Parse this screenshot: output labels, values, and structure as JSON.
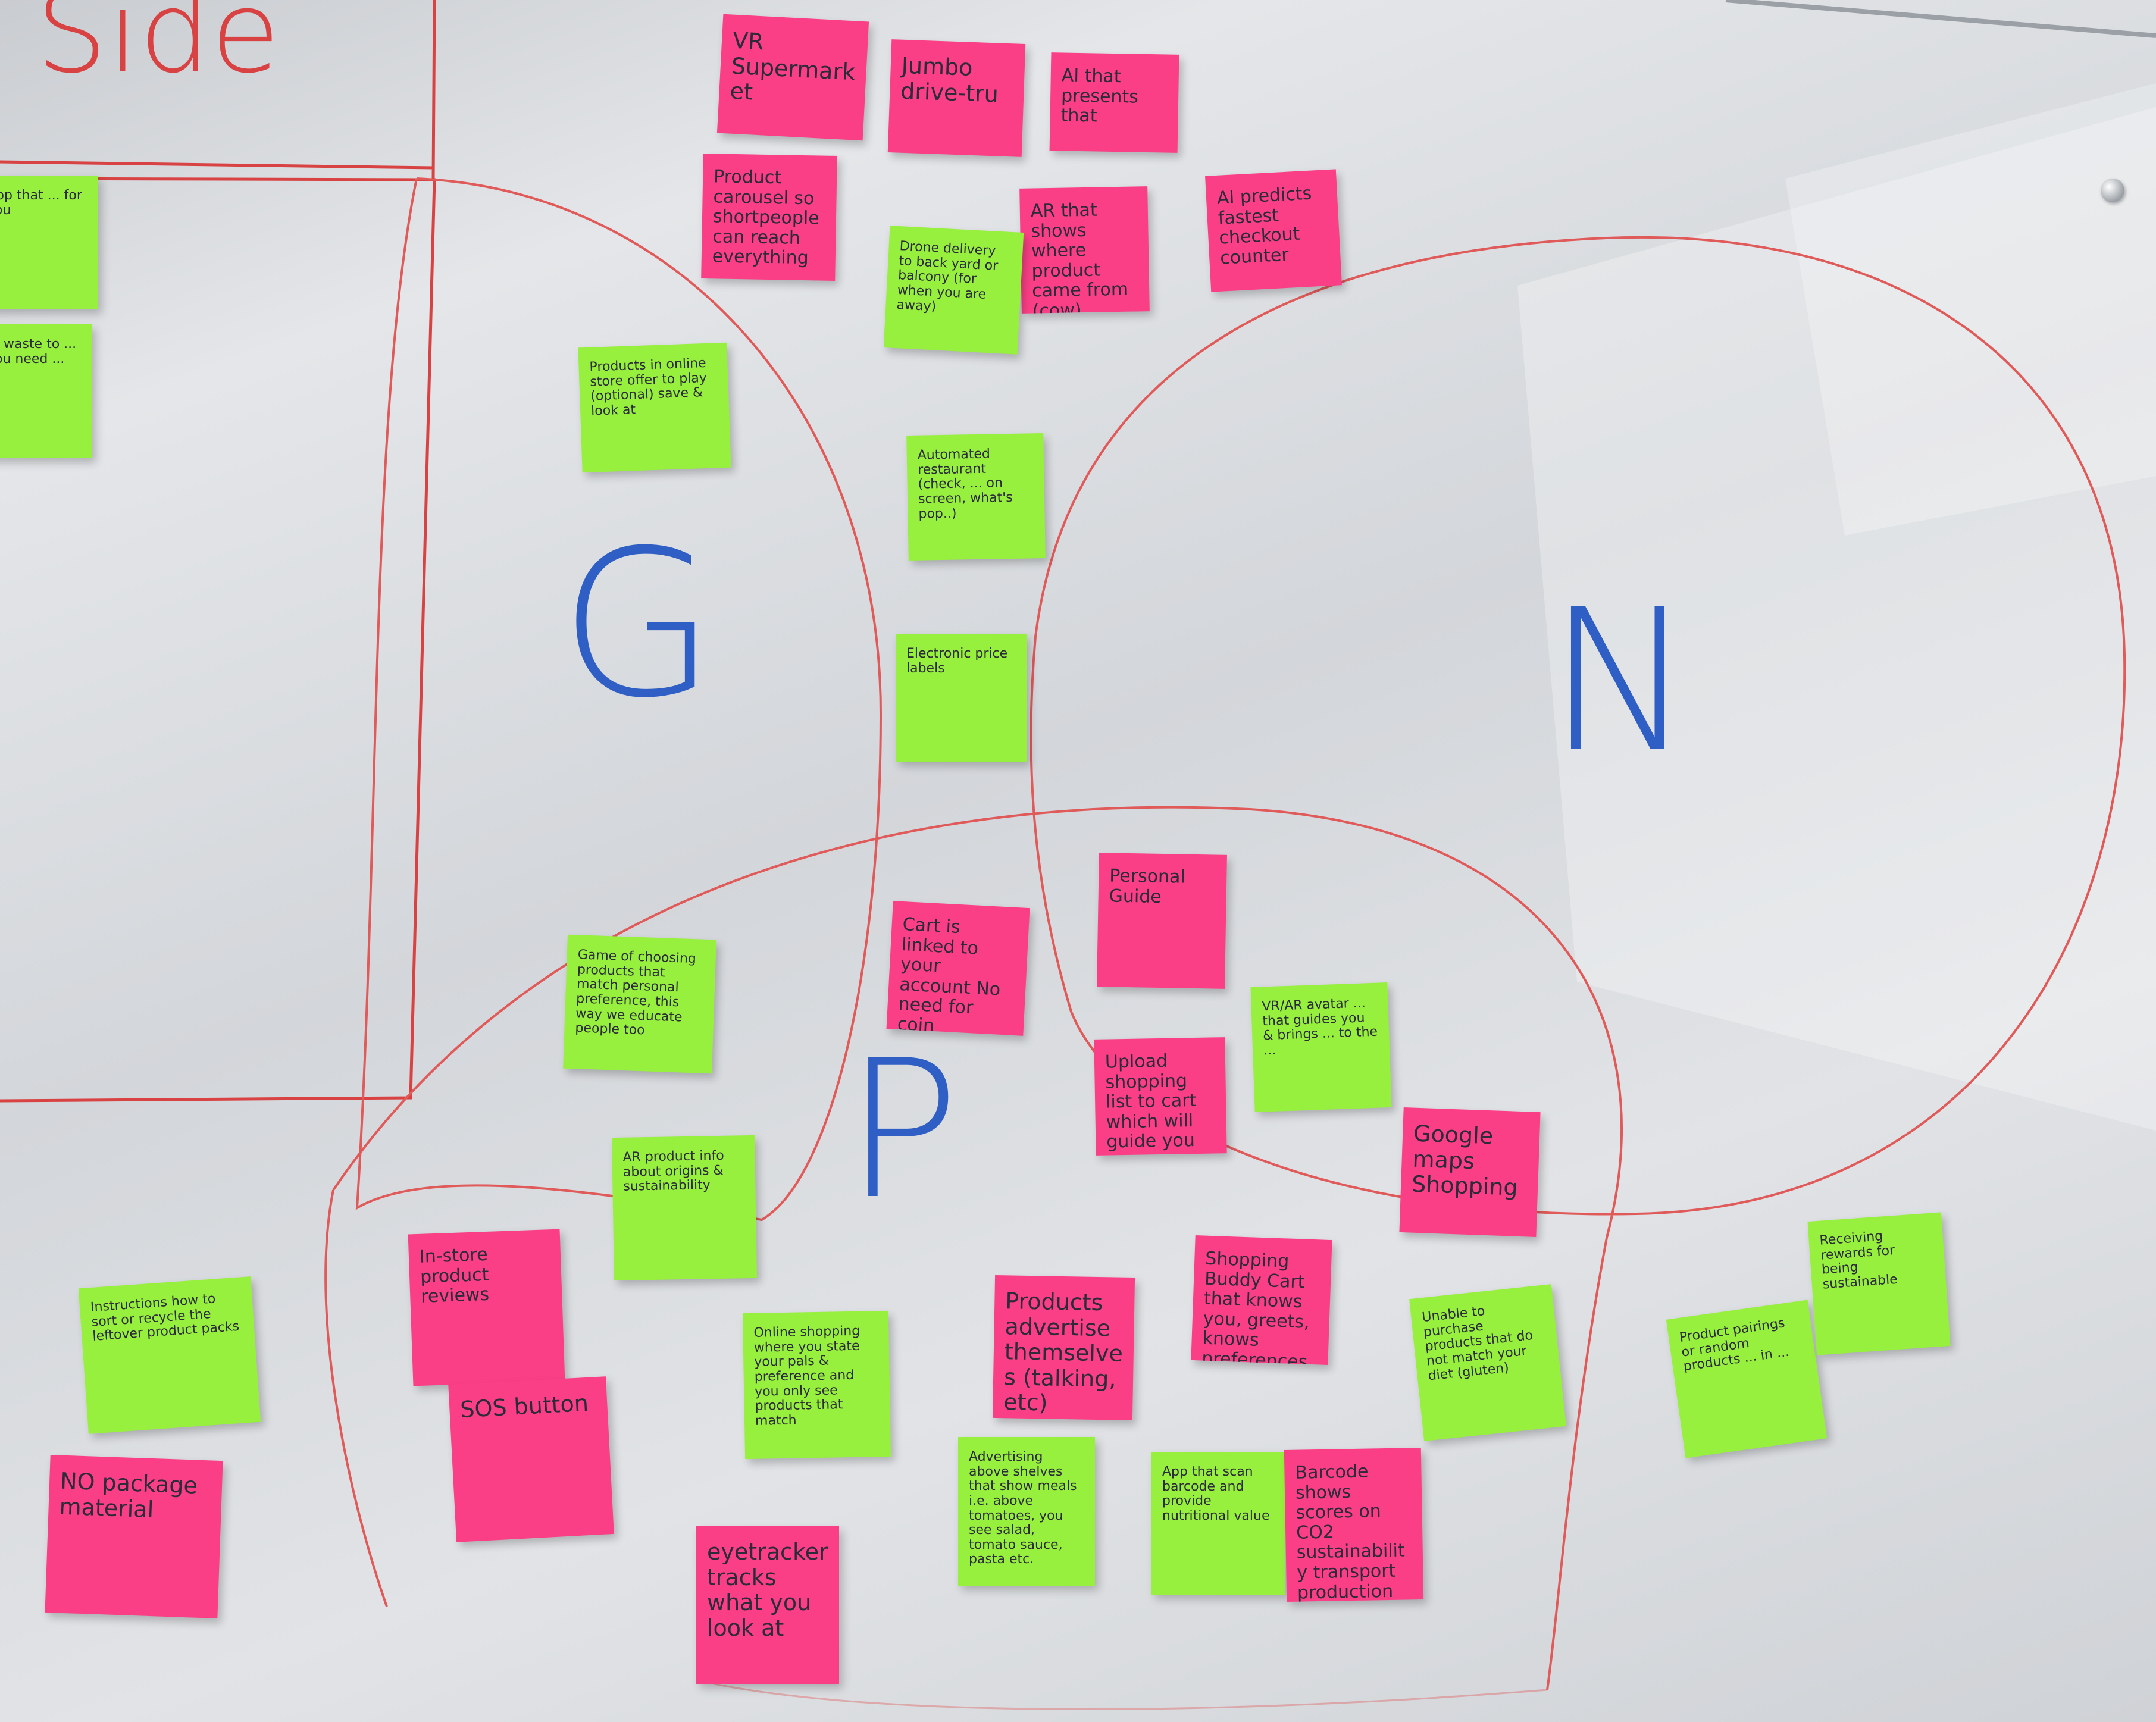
{
  "board": {
    "heading": "Side",
    "venn_labels": {
      "g": "G",
      "n": "N",
      "p": "P"
    },
    "colors": {
      "pink_note": "#fb3f86",
      "green_note": "#97f03d",
      "marker_red": "#d84242",
      "marker_blue": "#2f5fc4"
    }
  },
  "notes": {
    "vr_supermarket": "VR Supermarket",
    "jumbo_drive_tru": "Jumbo drive-tru",
    "ai_presents": "AI that presents that",
    "product_carousel": "Product carousel so shortpeople can reach everything",
    "ar_shows_where": "AR that shows where product came from (cow) (lamarto)",
    "ai_predicts": "AI predicts fastest checkout counter",
    "drone_delivery": "Drone delivery to back yard or balcony (for when you are away)",
    "left_app": "App that ... for you",
    "left_waste": "... waste to ... you need ...",
    "products_in_store": "Products in online store offer to play (optional) save & look at",
    "automated_restaurant": "Automated restaurant (check, ... on screen, what's pop..)",
    "electronic_price": "Electronic price labels",
    "personal_guide": "Personal Guide",
    "cart_linked": "Cart is linked to your account No need for coin",
    "game_choosing": "Game of choosing products that match personal preference, this way we educate people too",
    "vr_ar_avatar": "VR/AR avatar ... that guides you & brings ... to the ...",
    "upload_shopping": "Upload shopping list to cart which will guide you",
    "google_maps": "Google maps Shopping",
    "ar_product_info": "AR product info about origins & sustainability",
    "instructions": "Instructions how to sort or recycle the leftover product packs",
    "in_store_reviews": "In-store product reviews",
    "sos_button": "SOS button",
    "online_shopping": "Online shopping where you state your pals & preference and you only see products that match",
    "products_advertise": "Products advertise themselves (talking, etc)",
    "shopping_buddy": "Shopping Buddy Cart that knows you, greets, knows preferences",
    "unable_purchase": "Unable to purchase products that do not match your diet (gluten)",
    "product_pairings": "Product pairings or random products ... in ...",
    "receiving_rewards": "Receiving rewards for being sustainable",
    "no_package": "NO package material",
    "advertising_shelves": "Advertising above shelves that show meals i.e. above tomatoes, you see salad, tomato sauce, pasta etc.",
    "app_scan": "App that scan barcode and provide nutritional value",
    "barcode_co2": "Barcode shows scores on CO2 sustainability transport production",
    "eyetracker": "eyetracker tracks what you look at"
  }
}
